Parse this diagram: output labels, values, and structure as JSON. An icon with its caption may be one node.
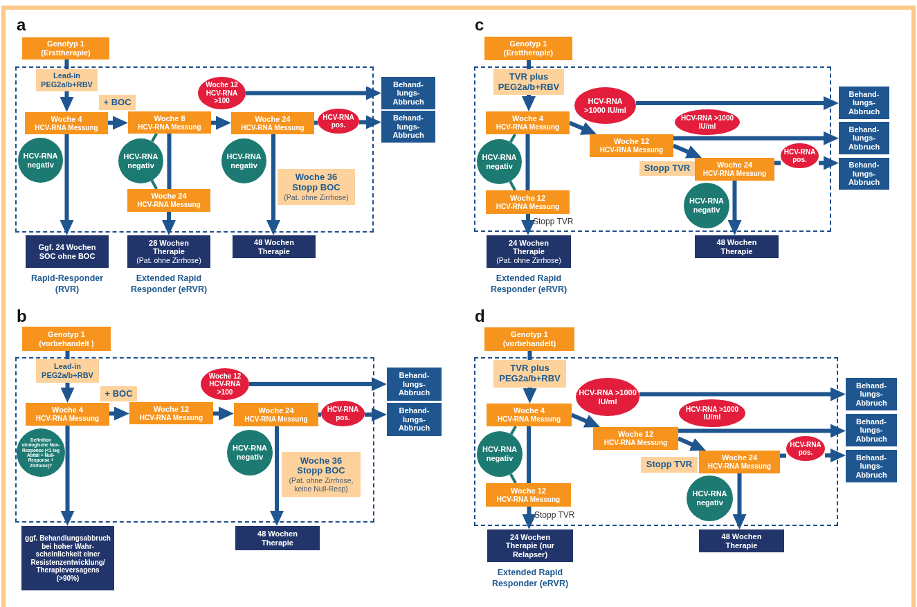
{
  "diagram": {
    "nodes": [
      {
        "text": [
          "Genotyp 1 (Ersttherapie)"
        ]
      },
      {
        "text": [],
        "shape": "box"
      },
      {
        "text": [
          "Lead-in PEG2a/b+RBV"
        ],
        "in": 1
      },
      {
        "text": [
          "+ BOC"
        ],
        "in": 1
      },
      {
        "text": [
          "Woche 4",
          "HCV-RNA Messung"
        ],
        "in": 1
      },
      {
        "text": [
          "Woche 8",
          "HCV-RNA Messung"
        ],
        "in": 1
      },
      {
        "text": [
          "Woche 12 HCV-RNA >100"
        ],
        "in": 1
      },
      {
        "text": [
          "Woche 24",
          "HCV-RNA Messung"
        ],
        "in": 1
      },
      {
        "text": [
          "HCV-RNA pos."
        ],
        "in": 1
      },
      {
        "text": [
          "HCV-RNA negativ"
        ],
        "in": 1
      },
      {
        "text": [
          "HCV-RNA negativ"
        ],
        "in": 1
      },
      {
        "text": [
          "Woche 24",
          "HCV-RNA Messung"
        ],
        "in": 1
      },
      {
        "text": [
          "HCV-RNA negativ"
        ],
        "in": 1
      },
      {
        "text": [
          "Woche 36 Stopp BOC",
          "(Pat. ohne Zirrhose)"
        ],
        "in": 1
      },
      {
        "text": [
          "Behand- lungs- Abbruch"
        ]
      },
      {
        "text": [
          "Behand- lungs- Abbruch"
        ]
      },
      {
        "text": [
          "Ggf. 24 Wochen SOC ohne BOC"
        ],
        "beside": [
          "Rapid-Responder (RVR)"
        ]
      },
      {
        "text": [
          "28 Wochen Therapie",
          "(Pat. ohne Zirrhose)"
        ],
        "beside": [
          "Extended Rapid Responder (eRVR)"
        ]
      },
      {
        "text": [
          "48 Wochen Therapie"
        ]
      },
      {
        "text": [
          "Genotyp 1 (Ersttherapie)"
        ]
      },
      {
        "text": [],
        "shape": "box"
      },
      {
        "text": [
          "TVR plus PEG2a/b+RBV"
        ],
        "in": 20
      },
      {
        "text": [
          "HCV-RNA >1000 IU/ml"
        ],
        "in": 20
      },
      {
        "text": [
          "Woche 4",
          "HCV-RNA Messung"
        ],
        "in": 20
      },
      {
        "text": [
          "HCV-RNA >1000 IU/ml"
        ],
        "in": 20
      },
      {
        "text": [
          "Woche 12",
          "HCV-RNA Messung"
        ],
        "in": 20
      },
      {
        "text": [
          "HCV-RNA negativ"
        ],
        "in": 20
      },
      {
        "text": [
          "Stopp TVR"
        ],
        "in": 20
      },
      {
        "text": [
          "Woche 24",
          "HCV-RNA Messung"
        ],
        "in": 20
      },
      {
        "text": [
          "HCV-RNA pos."
        ],
        "in": 20
      },
      {
        "text": [
          "Woche 12",
          "HCV-RNA Messung"
        ],
        "in": 20
      },
      {
        "text": [
          "HCV-RNA negativ"
        ],
        "in": 20
      },
      {
        "text": [
          "Behand- lungs- Abbruch"
        ]
      },
      {
        "text": [
          "Behand- lungs- Abbruch"
        ]
      },
      {
        "text": [
          "Behand- lungs- Abbruch"
        ]
      },
      {
        "text": [
          "24 Wochen Therapie",
          "(Pat. ohne Zirrhose)"
        ],
        "beside": [
          "Extended Rapid Responder (eRVR)"
        ]
      },
      {
        "text": [
          "48 Wochen Therapie"
        ]
      },
      {
        "text": [
          "Genotyp 1 (vorbehandelt )"
        ]
      },
      {
        "text": [],
        "shape": "box"
      },
      {
        "text": [
          "Lead-in PEG2a/b+RBV"
        ],
        "in": 38
      },
      {
        "text": [
          "+ BOC"
        ],
        "in": 38
      },
      {
        "text": [
          "Woche 4",
          "HCV-RNA Messung"
        ],
        "in": 38
      },
      {
        "text": [
          "Woche 12",
          "HCV-RNA Messung"
        ],
        "in": 38
      },
      {
        "text": [
          "Woche 12 HCV-RNA >100"
        ],
        "in": 38
      },
      {
        "text": [
          "Woche 24",
          "HCV-RNA Messung"
        ],
        "in": 38
      },
      {
        "text": [
          "HCV-RNA pos."
        ],
        "in": 38
      },
      {
        "text": [
          "Definition virologische Non-Response (<1 log Abfall + Null-Response + Zirrhose)?"
        ],
        "in": 38
      },
      {
        "text": [
          "HCV-RNA negativ"
        ],
        "in": 38
      },
      {
        "text": [
          "Woche 36 Stopp BOC",
          "(Pat. ohne Zirrhose, keine Null-Resp)"
        ],
        "in": 38
      },
      {
        "text": [
          "Behand- lungs- Abbruch"
        ]
      },
      {
        "text": [
          "Behand- lungs- Abbruch"
        ]
      },
      {
        "text": [
          "ggf. Behandlungsabbruch bei hoher Wahr- scheinlichkeit einer Resistenzentwicklung/ Therapieversagens (>90%)"
        ]
      },
      {
        "text": [
          "48 Wochen Therapie"
        ]
      },
      {
        "text": [
          "Genotyp 1 (vorbehandelt)"
        ]
      },
      {
        "text": [],
        "shape": "box"
      },
      {
        "text": [
          "TVR plus PEG2a/b+RBV"
        ],
        "in": 54
      },
      {
        "text": [
          "HCV-RNA >1000 IU/ml"
        ],
        "in": 54
      },
      {
        "text": [
          "Woche 4",
          "HCV-RNA Messung"
        ],
        "in": 54
      },
      {
        "text": [
          "HCV-RNA >1000 IU/ml"
        ],
        "in": 54
      },
      {
        "text": [
          "Woche 12",
          "HCV-RNA Messung"
        ],
        "in": 54
      },
      {
        "text": [
          "HCV-RNA negativ"
        ],
        "in": 54
      },
      {
        "text": [
          "Stopp TVR"
        ],
        "in": 54
      },
      {
        "text": [
          "Woche 24",
          "HCV-RNA Messung"
        ],
        "in": 54
      },
      {
        "text": [
          "HCV-RNA pos."
        ],
        "in": 54
      },
      {
        "text": [
          "Woche 12",
          "HCV-RNA Messung"
        ],
        "in": 54
      },
      {
        "text": [
          "HCV-RNA negativ"
        ],
        "in": 54
      },
      {
        "text": [
          "Behand- lungs- Abbruch"
        ]
      },
      {
        "text": [
          "Behand- lungs- Abbruch"
        ]
      },
      {
        "text": [
          "Behand- lungs- Abbruch"
        ]
      },
      {
        "text": [
          "24 Wochen Therapie (nur Relapser)"
        ],
        "beside": [
          "Extended Rapid Responder (eRVR)"
        ]
      },
      {
        "text": [
          "48 Wochen Therapie"
        ]
      }
    ],
    "edges": [
      {
        "from": 0,
        "to": 2,
        "arrow": "none"
      },
      {
        "from": 2,
        "to": 4,
        "arrow": "to"
      },
      {
        "from": 4,
        "to": 5,
        "arrow": "to"
      },
      {
        "from": 5,
        "to": 7,
        "arrow": "to"
      },
      {
        "from": 6,
        "to": 14,
        "arrow": "to"
      },
      {
        "from": 7,
        "to": 8,
        "arrow": "none"
      },
      {
        "from": 8,
        "to": 15,
        "arrow": "to"
      },
      {
        "from": 4,
        "to": 16,
        "arrow": "to"
      },
      {
        "from": 5,
        "to": 11,
        "arrow": "none"
      },
      {
        "from": 11,
        "to": 17,
        "arrow": "to"
      },
      {
        "from": 10,
        "to": 5,
        "arrow": "none",
        "color": "#1d7a72"
      },
      {
        "from": 10,
        "to": 11,
        "arrow": "none",
        "color": "#1d7a72"
      },
      {
        "from": 7,
        "to": 18,
        "arrow": "to"
      },
      {
        "from": 19,
        "to": 21,
        "arrow": "none"
      },
      {
        "from": 21,
        "to": 23,
        "arrow": "to"
      },
      {
        "from": 22,
        "to": 32,
        "arrow": "to"
      },
      {
        "from": 23,
        "to": 25,
        "arrow": "to"
      },
      {
        "from": 25,
        "to": 33,
        "arrow": "to"
      },
      {
        "from": 25,
        "to": 28,
        "arrow": "to"
      },
      {
        "from": 28,
        "to": 29,
        "arrow": "none"
      },
      {
        "from": 29,
        "to": 34,
        "arrow": "to"
      },
      {
        "from": 23,
        "to": 30,
        "arrow": "none"
      },
      {
        "from": 30,
        "to": 35,
        "arrow": "to"
      },
      {
        "from": 26,
        "to": 23,
        "arrow": "none",
        "color": "#1d7a72"
      },
      {
        "from": 26,
        "to": 30,
        "arrow": "none",
        "color": "#1d7a72"
      },
      {
        "from": 28,
        "to": 36,
        "arrow": "to"
      },
      {
        "from": 37,
        "to": 39,
        "arrow": "none"
      },
      {
        "from": 39,
        "to": 41,
        "arrow": "to"
      },
      {
        "from": 41,
        "to": 42,
        "arrow": "to"
      },
      {
        "from": 42,
        "to": 44,
        "arrow": "to"
      },
      {
        "from": 43,
        "to": 49,
        "arrow": "to"
      },
      {
        "from": 44,
        "to": 45,
        "arrow": "none"
      },
      {
        "from": 45,
        "to": 50,
        "arrow": "to"
      },
      {
        "from": 41,
        "to": 51,
        "arrow": "to"
      },
      {
        "from": 44,
        "to": 52,
        "arrow": "to"
      },
      {
        "from": 53,
        "to": 55,
        "arrow": "none"
      },
      {
        "from": 55,
        "to": 57,
        "arrow": "to"
      },
      {
        "from": 56,
        "to": 66,
        "arrow": "to"
      },
      {
        "from": 57,
        "to": 59,
        "arrow": "to"
      },
      {
        "from": 59,
        "to": 67,
        "arrow": "to"
      },
      {
        "from": 59,
        "to": 62,
        "arrow": "to"
      },
      {
        "from": 62,
        "to": 63,
        "arrow": "none"
      },
      {
        "from": 63,
        "to": 68,
        "arrow": "to"
      },
      {
        "from": 57,
        "to": 64,
        "arrow": "none"
      },
      {
        "from": 64,
        "to": 69,
        "arrow": "to"
      },
      {
        "from": 60,
        "to": 57,
        "arrow": "none",
        "color": "#1d7a72"
      },
      {
        "from": 60,
        "to": 64,
        "arrow": "none",
        "color": "#1d7a72"
      },
      {
        "from": 62,
        "to": 70,
        "arrow": "to"
      }
    ],
    "labels": [
      "a",
      "c",
      "Stopp TVR",
      "b",
      "d",
      "Stopp TVR"
    ]
  }
}
